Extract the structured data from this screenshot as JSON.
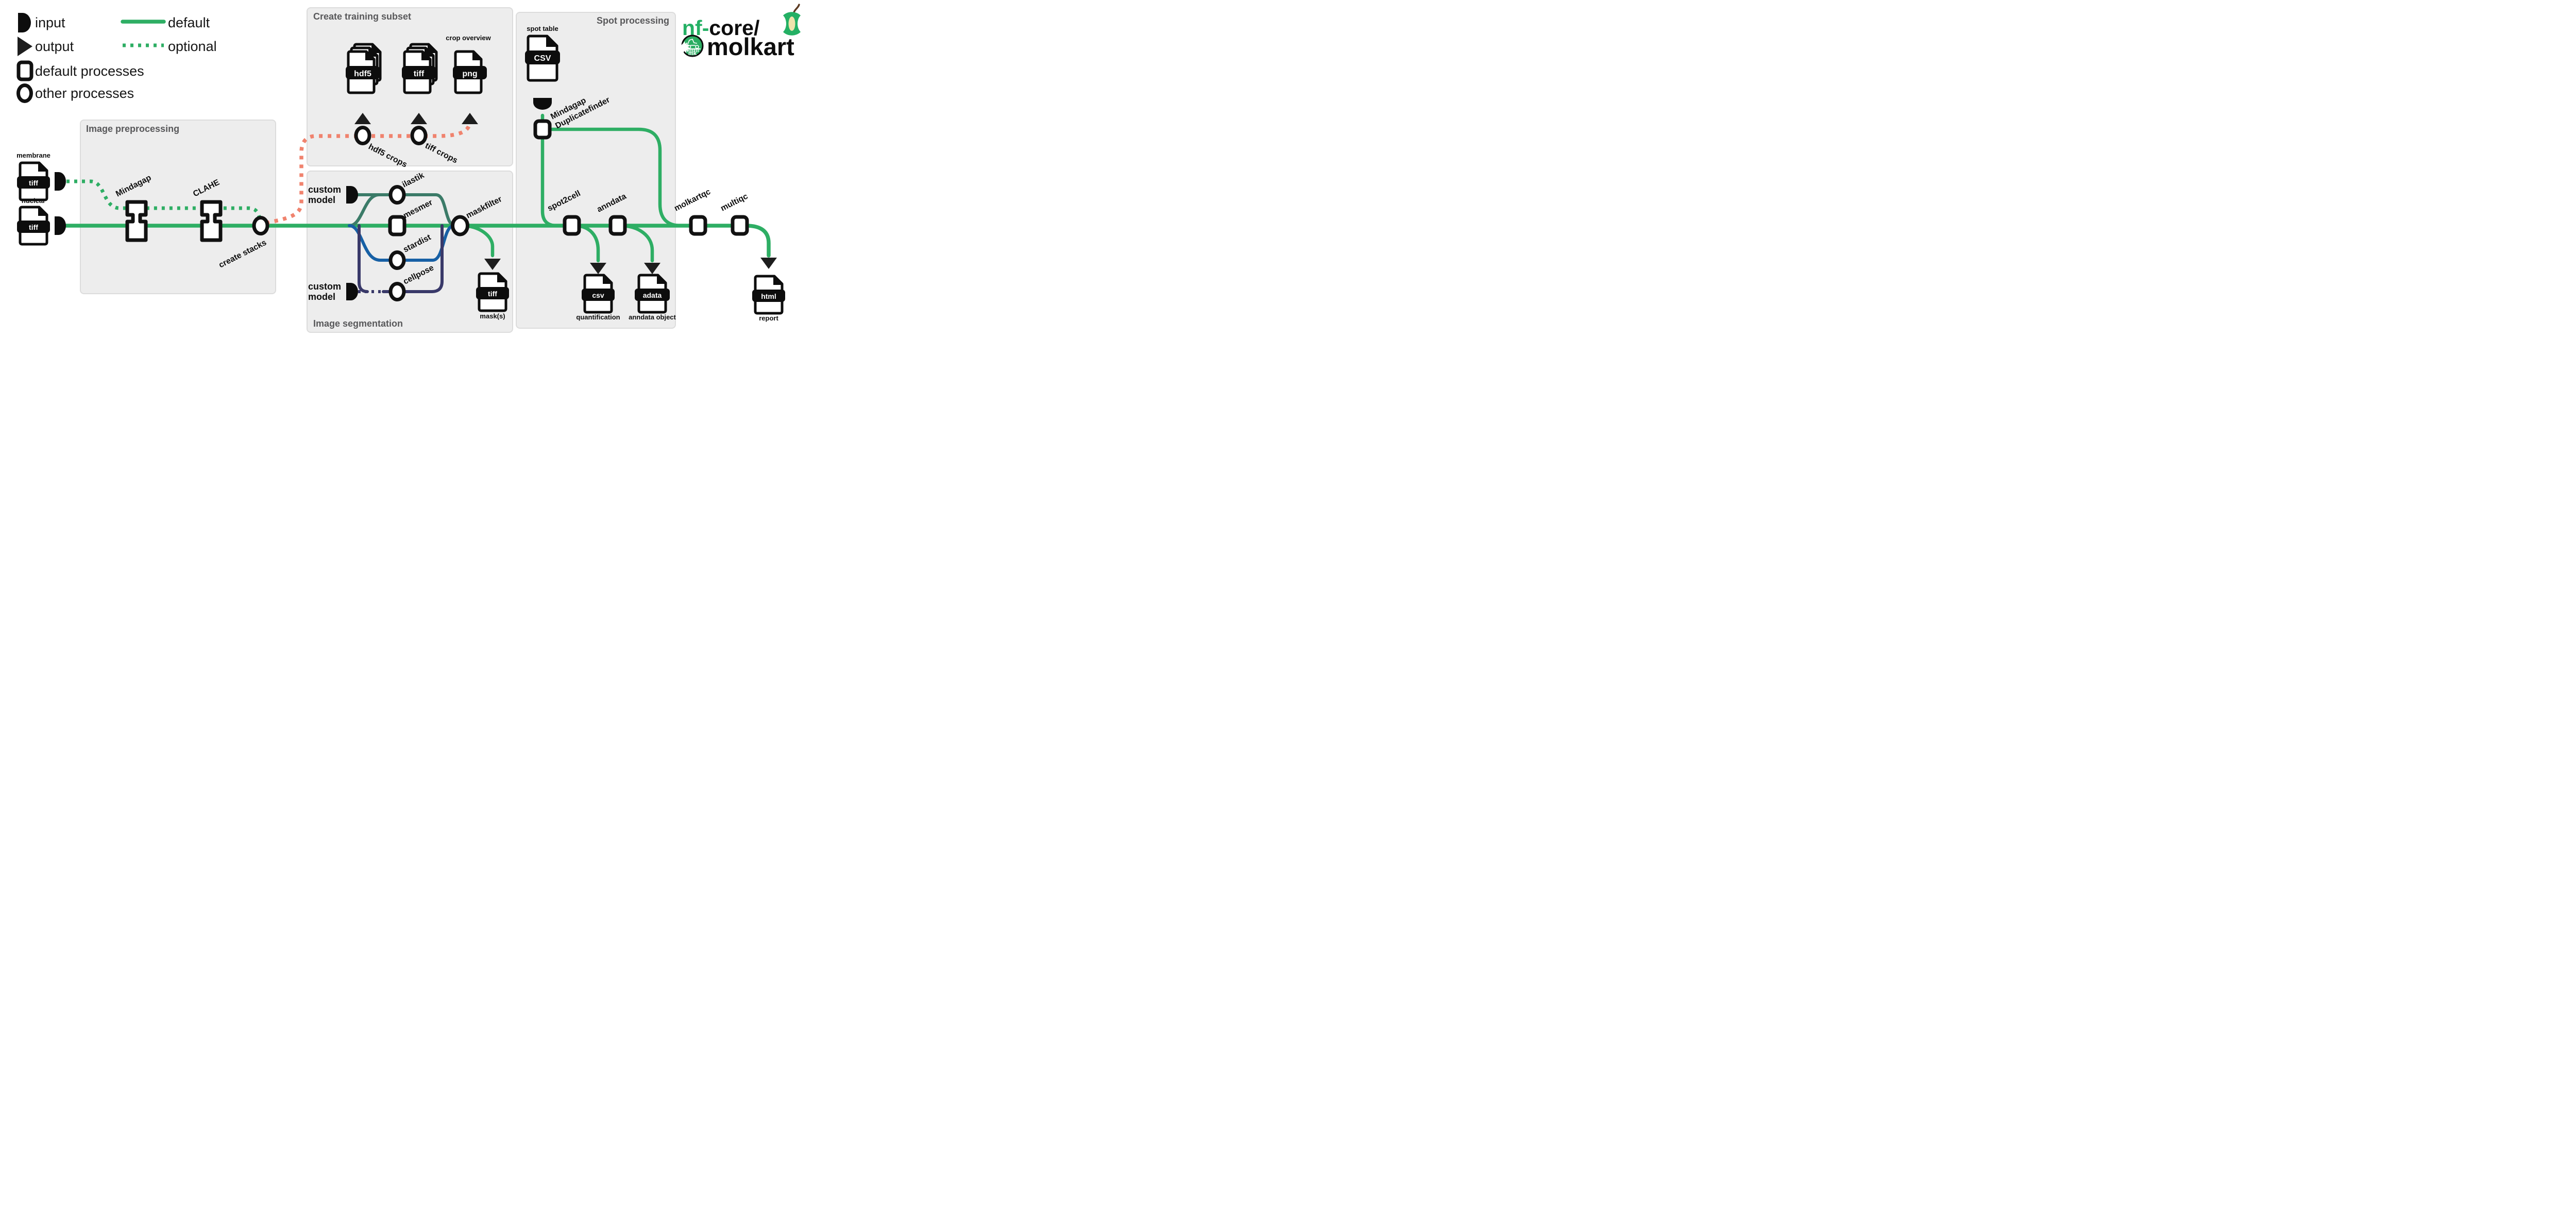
{
  "colors": {
    "green": "#2EAE64",
    "salmon": "#F0836E",
    "teal": "#3B7B68",
    "blue": "#1760A5",
    "navy": "#393969",
    "box_fill": "#EDEDED",
    "box_border": "#DCDCDC",
    "title_gray": "#58585A",
    "logo_green": "#24B064"
  },
  "legend": {
    "input": "input",
    "output": "output",
    "default_processes": "default processes",
    "other_processes": "other processes",
    "default_line": "default",
    "optional_line": "optional"
  },
  "boxes": {
    "preprocessing": "Image preprocessing",
    "training": "Create training subset",
    "segmentation": "Image segmentation",
    "spot": "Spot processing"
  },
  "inputs": {
    "membrane": "membrane",
    "nuclear": "nuclear",
    "spot_table": "spot table",
    "custom_model_line1": "custom",
    "custom_model_line2": "model"
  },
  "processes": {
    "mindagap": "Mindagap",
    "clahe": "CLAHE",
    "create_stacks": "create stacks",
    "hdf5_crops": "hdf5 crops",
    "tiff_crops": "tiff crops",
    "ilastik": "ilastik",
    "mesmer": "mesmer",
    "stardist": "stardist",
    "cellpose": "cellpose",
    "maskfilter": "maskfilter",
    "duplicatefinder_line1": "Mindagap",
    "duplicatefinder_line2": "Duplicatefinder",
    "spot2cell": "spot2cell",
    "anndata": "anndata",
    "molkartqc": "molkartqc",
    "multiqc": "multiqc"
  },
  "files": {
    "membrane_tiff": "tiff",
    "nuclear_tiff": "tiff",
    "hdf5": "hdf5",
    "tiff_stack": "tiff",
    "png": "png",
    "crop_overview": "crop overview",
    "spot_csv": "CSV",
    "mask_tiff": "tiff",
    "mask_caption": "mask(s)",
    "quant_csv": "csv",
    "quant_caption": "quantification",
    "adata": "adata",
    "adata_caption": "anndata object",
    "html": "html",
    "report_caption": "report"
  },
  "logo": {
    "prefix": "nf-",
    "core": "core/",
    "name": "molkart",
    "badge": "mk"
  }
}
